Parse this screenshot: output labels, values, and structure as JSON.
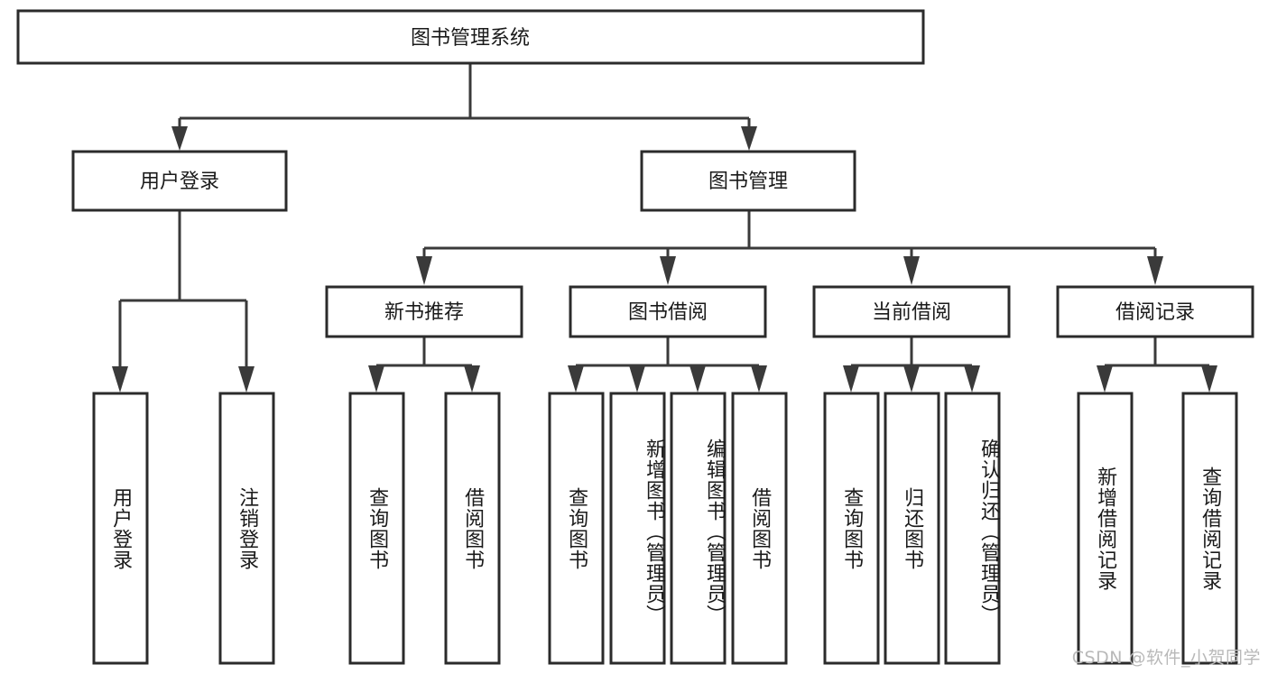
{
  "diagram": {
    "type": "tree-hierarchy",
    "title": "图书管理系统",
    "watermark": "CSDN @软件_小贺同学",
    "colors": {
      "box_stroke": "#2b2b2b",
      "connector": "#3a3a3a",
      "box_fill": "#ffffff",
      "text": "#1a1a1a",
      "watermark": "#b9b9b9"
    },
    "root": {
      "label": "图书管理系统"
    },
    "level2": [
      {
        "label": "用户登录"
      },
      {
        "label": "图书管理"
      }
    ],
    "level3": [
      {
        "label": "新书推荐"
      },
      {
        "label": "图书借阅"
      },
      {
        "label": "当前借阅"
      },
      {
        "label": "借阅记录"
      }
    ],
    "leaves": {
      "user_login": [
        {
          "label": "用户登录"
        },
        {
          "label": "注销登录"
        }
      ],
      "new_book_recommend": [
        {
          "label": "查询图书"
        },
        {
          "label": "借阅图书"
        }
      ],
      "book_borrow": [
        {
          "label": "查询图书"
        },
        {
          "label": "新增图书（管理员）"
        },
        {
          "label": "编辑图书（管理员）"
        },
        {
          "label": "借阅图书"
        }
      ],
      "current_borrow": [
        {
          "label": "查询图书"
        },
        {
          "label": "归还图书"
        },
        {
          "label": "确认归还（管理员）"
        }
      ],
      "borrow_record": [
        {
          "label": "新增借阅记录"
        },
        {
          "label": "查询借阅记录"
        }
      ]
    }
  }
}
